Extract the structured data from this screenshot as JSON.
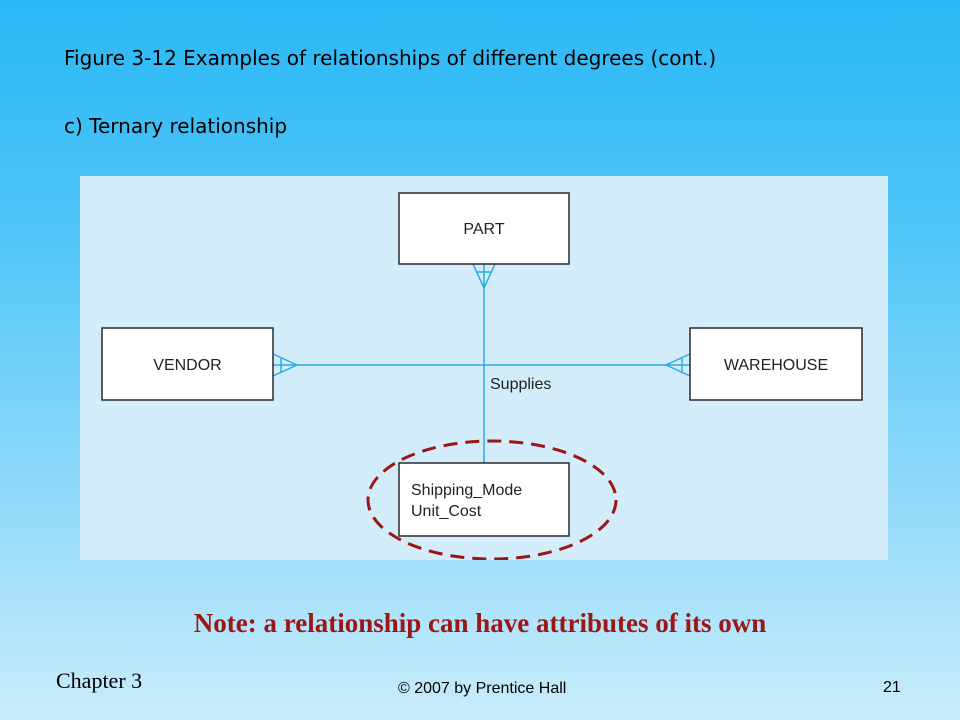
{
  "slide": {
    "title": "Figure 3-12 Examples of relationships of different degrees (cont.)",
    "subtitle": "c) Ternary relationship",
    "note": "Note: a relationship can have attributes of its own",
    "chapter": "Chapter 3",
    "copyright": "© 2007 by Prentice Hall",
    "page_number": "21"
  },
  "diagram": {
    "entities": {
      "part": "PART",
      "vendor": "VENDOR",
      "warehouse": "WAREHOUSE"
    },
    "relationship": "Supplies",
    "attributes": [
      "Shipping_Mode",
      "Unit_Cost"
    ]
  },
  "colors": {
    "connector": "#29abe2",
    "highlight": "#9b1616",
    "note_text": "#9b1616"
  }
}
